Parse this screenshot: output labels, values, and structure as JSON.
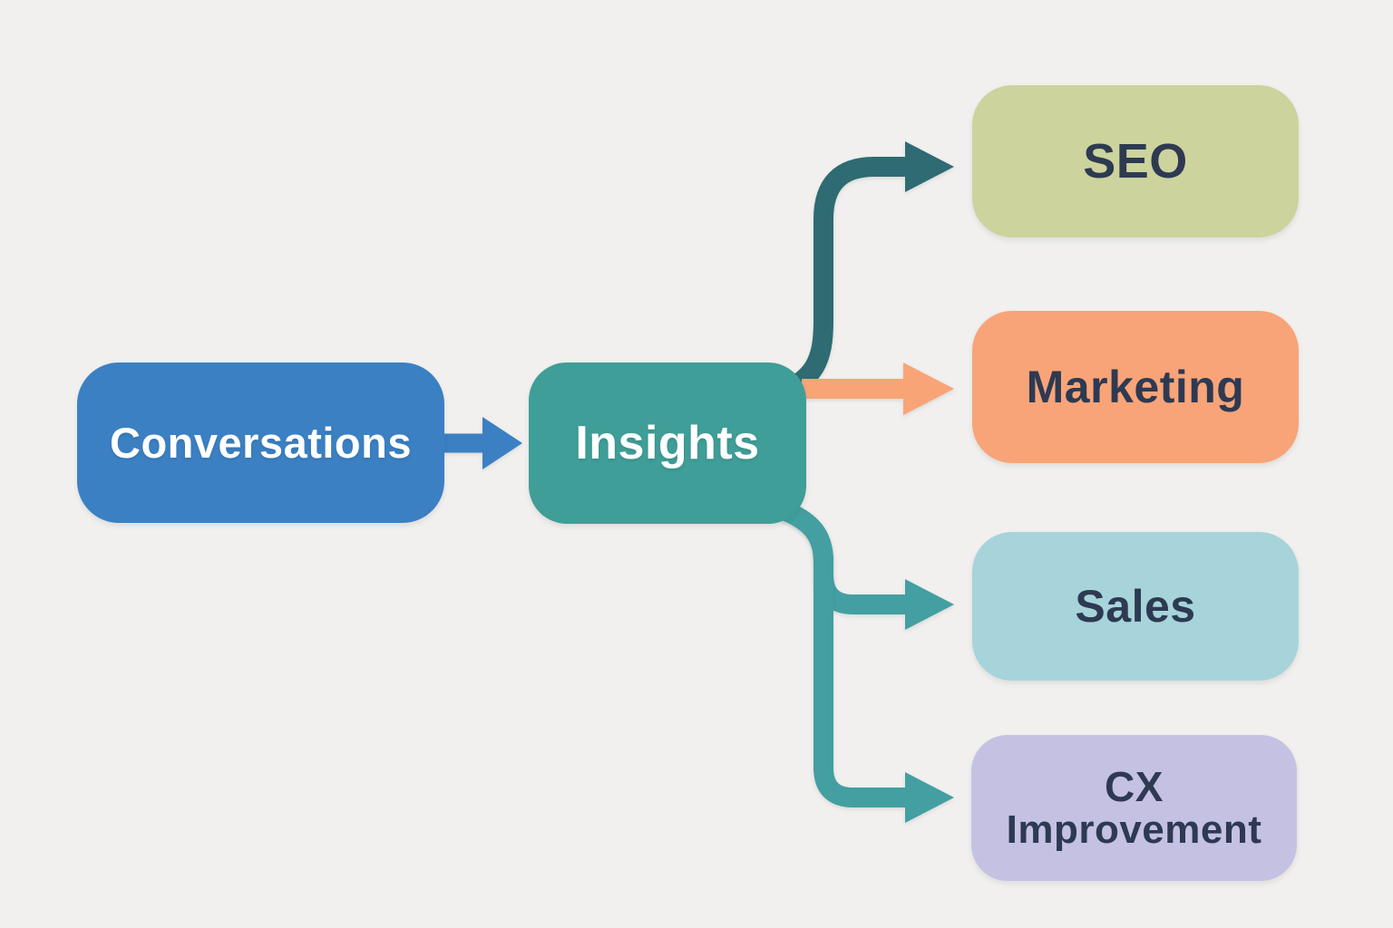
{
  "background_color": "#f1f0ee",
  "nodes": {
    "conversations": {
      "label": "Conversations",
      "fill": "#3b80c3",
      "text_color": "#ffffff"
    },
    "insights": {
      "label": "Insights",
      "fill": "#3f9e97",
      "text_color": "#ffffff"
    },
    "seo": {
      "label": "SEO",
      "fill": "#cdd39c",
      "text_color": "#2d3a52"
    },
    "marketing": {
      "label": "Marketing",
      "fill": "#f8a478",
      "text_color": "#2d3a52"
    },
    "sales": {
      "label": "Sales",
      "fill": "#a6d4da",
      "text_color": "#2d3a52"
    },
    "cx_improvement": {
      "label": "CX Improvement",
      "line1": "CX",
      "line2": "Improvement",
      "fill": "#c5c1e3",
      "text_color": "#2d3a52"
    }
  },
  "connectors": {
    "conversations_to_insights": {
      "from": "Conversations",
      "to": "Insights",
      "color": "#3b80c3"
    },
    "insights_to_seo": {
      "from": "Insights",
      "to": "SEO",
      "color": "#2e6b72"
    },
    "insights_to_marketing": {
      "from": "Insights",
      "to": "Marketing",
      "color": "#f8a476"
    },
    "insights_to_sales": {
      "from": "Insights",
      "to": "Sales",
      "color": "#439fa1"
    },
    "insights_to_cx": {
      "from": "Insights",
      "to": "CX Improvement",
      "color": "#439fa1"
    }
  }
}
